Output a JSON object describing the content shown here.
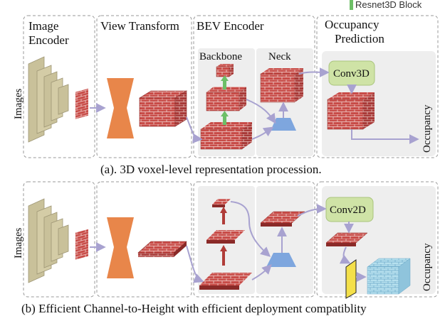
{
  "legend": {
    "label": "Resnet3D Block",
    "color": "#6dbf67"
  },
  "colors": {
    "brick": "#c84c48",
    "mortar": "#f2d6d2",
    "encoder": "#c9c19a",
    "view_transform": "#e8864a",
    "neck_trapezoid": "#7ea6de",
    "conv_box": "#cfe3a6",
    "arrow": "#a8a2d0",
    "panel_gray": "#eeeeee",
    "feature_cyan": "#a8d8e8",
    "yellow_layer": "#f4e04a"
  },
  "row_a": {
    "sections": {
      "image_encoder": "Image\nEncoder",
      "view_transform": "View Transform",
      "bev_encoder": "BEV Encoder",
      "occupancy_prediction": "Occupancy\nPrediction"
    },
    "backbone": "Backbone",
    "neck": "Neck",
    "conv": "Conv3D",
    "images": "Images",
    "occupancy": "Occupancy",
    "caption": "(a). 3D voxel-level representation procession."
  },
  "row_b": {
    "conv": "Conv2D",
    "images": "Images",
    "occupancy": "Occupancy",
    "caption": "(b) Efficient Channel-to-Height with efficient deployment compatiblity"
  }
}
